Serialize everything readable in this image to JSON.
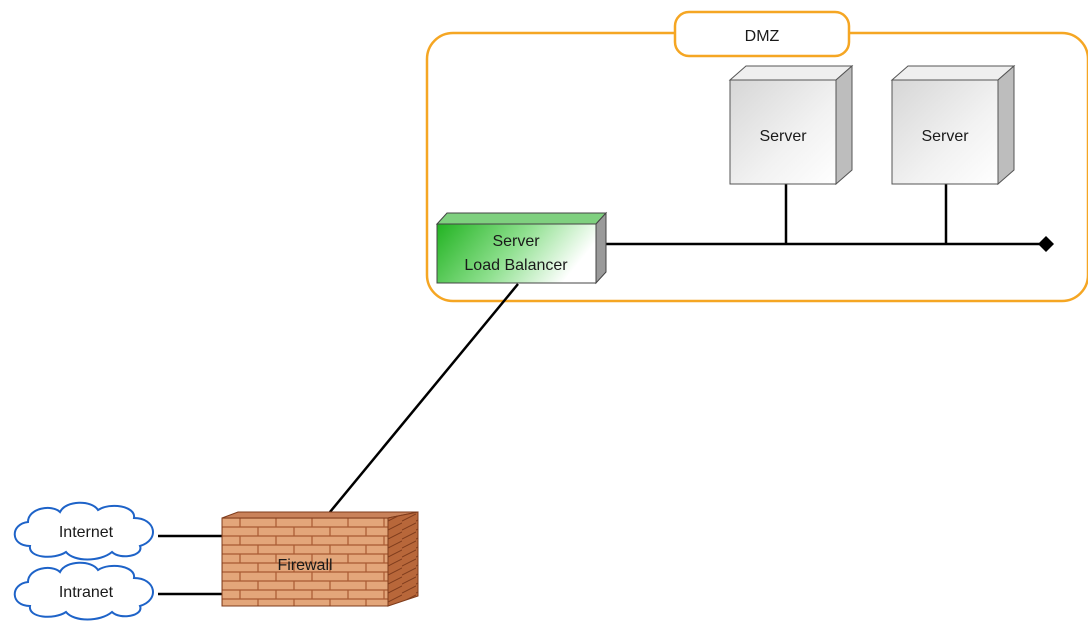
{
  "diagram": {
    "dmz": {
      "label": "DMZ"
    },
    "servers": [
      {
        "label": "Server"
      },
      {
        "label": "Server"
      }
    ],
    "load_balancer": {
      "line1": "Server",
      "line2": "Load Balancer"
    },
    "firewall": {
      "label": "Firewall"
    },
    "clouds": [
      {
        "label": "Internet"
      },
      {
        "label": "Intranet"
      }
    ]
  },
  "colors": {
    "dmz_border": "#f5a623",
    "load_balancer_green": "#34c234",
    "server_gray": "#cfcfcf",
    "firewall_brick": "#e0a070",
    "cloud_outline": "#1e63c8",
    "line": "#000000"
  },
  "icons": {
    "server": "server-box-icon",
    "load_balancer": "load-balancer-box-icon",
    "firewall": "brick-wall-icon",
    "cloud": "cloud-icon",
    "terminator": "diamond-terminator-icon"
  }
}
